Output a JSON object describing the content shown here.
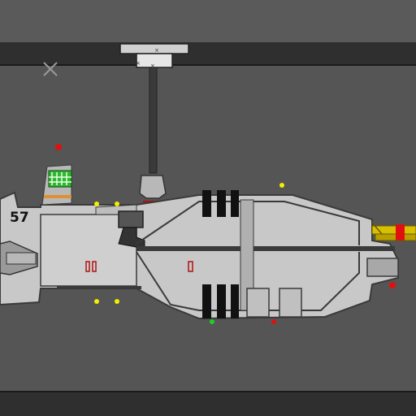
{
  "hud": {
    "counter": "57"
  },
  "colors": {
    "sky": "#5a5a5a",
    "background": "#555555",
    "band": "#2f2f2f",
    "ship_hull": "#c8c8c8",
    "ship_outline": "#3a3a3a",
    "stripe": "#111111",
    "beacon_red": "#e01010",
    "beacon_yellow": "#f0f000",
    "beacon_green": "#20d020",
    "window_green": "#2fb82f",
    "enemy_yellow": "#d8c000"
  },
  "icons": [
    "close-icon",
    "crane-arm",
    "cargo-container",
    "enemy-drone",
    "beacon-light"
  ]
}
